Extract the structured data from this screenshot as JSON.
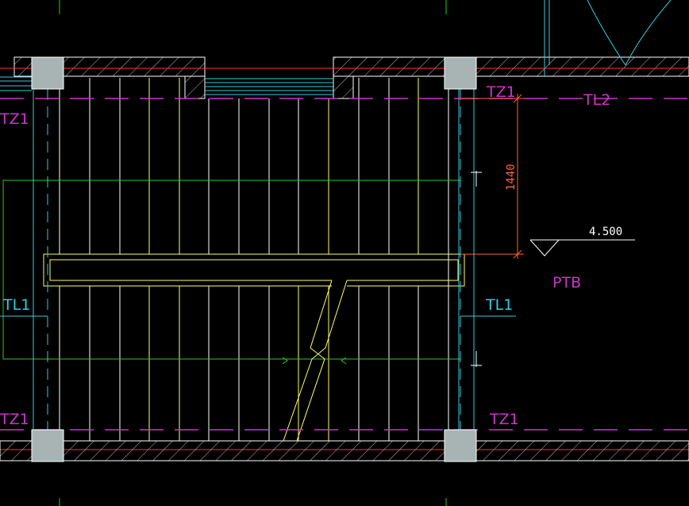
{
  "drawing": {
    "labels": {
      "tz1_top_right": "TZ1",
      "tz1_top_left": "TZ1",
      "tl2": "TL2",
      "tl1_left": "TL1",
      "tl1_right": "TL1",
      "tz1_bottom_left": "TZ1",
      "tz1_bottom_right": "TZ1",
      "ptb": "PTB",
      "dimension": "1440",
      "elevation": "4.500"
    },
    "colors": {
      "background": "#000000",
      "white": "#ffffff",
      "yellow": "#ffff66",
      "cyan": "#33ccdd",
      "magenta": "#cc33cc",
      "red": "#ff3333",
      "green": "#22cc22",
      "orange": "#ff6633",
      "column_fill": "#a8b4b4"
    }
  }
}
